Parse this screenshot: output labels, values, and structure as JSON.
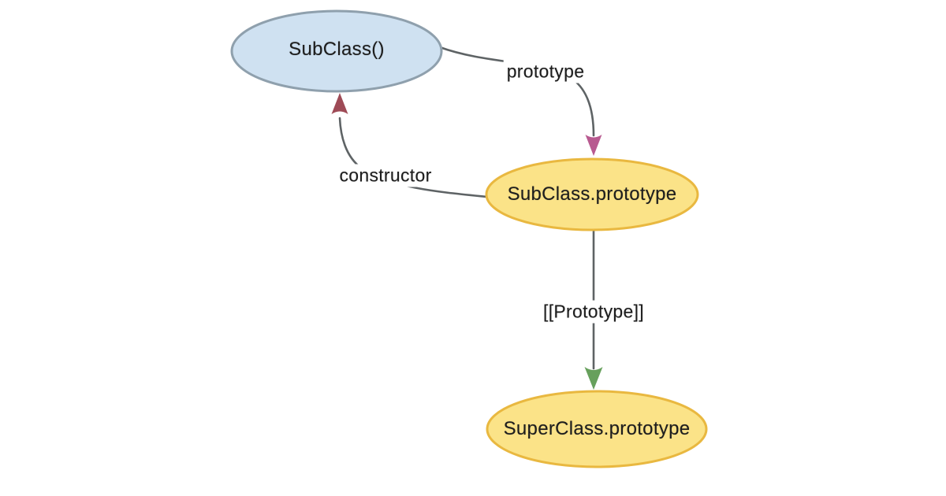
{
  "colors": {
    "background": "#ffffff",
    "line": "#5e6365",
    "text": "#1d1d1d"
  },
  "nodes": [
    {
      "id": "subclass-function",
      "label": "SubClass()",
      "fill": "#cfe1f1",
      "stroke": "#8fa0ad"
    },
    {
      "id": "subclass-prototype",
      "label": "SubClass.prototype",
      "fill": "#fbe388",
      "stroke": "#e9b840"
    },
    {
      "id": "superclass-prototype",
      "label": "SuperClass.prototype",
      "fill": "#fbe388",
      "stroke": "#e9b840"
    }
  ],
  "edges": [
    {
      "id": "prototype-edge",
      "label": "prototype",
      "arrow_color": "#b85a90"
    },
    {
      "id": "constructor-edge",
      "label": "constructor",
      "arrow_color": "#9e4a56"
    },
    {
      "id": "proto-chain-edge",
      "label": "[[Prototype]]",
      "arrow_color": "#67a05c"
    }
  ]
}
